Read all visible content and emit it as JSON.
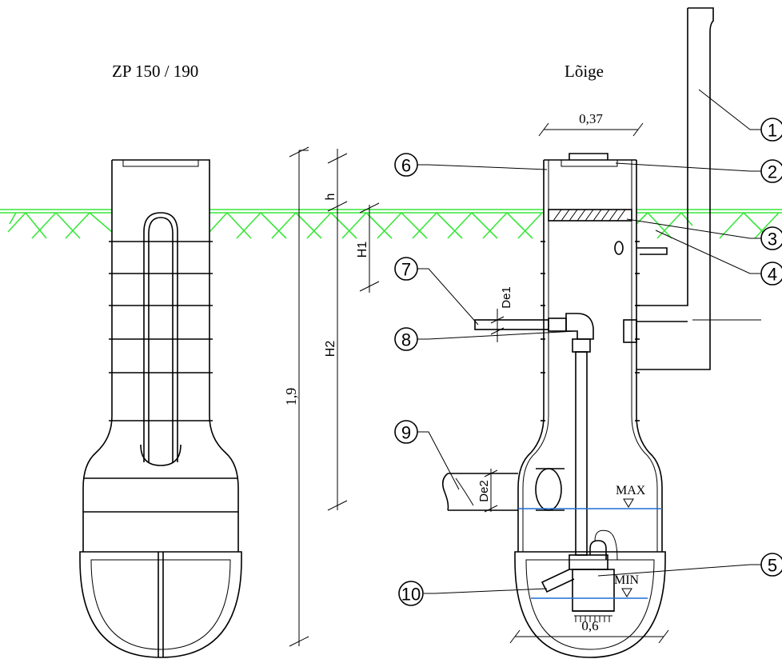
{
  "titles": {
    "left": "ZP 150 / 190",
    "right": "Lõige"
  },
  "dimensions": {
    "top_width": "0,37",
    "bottom_width": "0,6",
    "total_height": "1,9",
    "h": "h",
    "H1": "H1",
    "H2": "H2",
    "De1": "De1",
    "De2": "De2"
  },
  "levels": {
    "max": "MAX",
    "min": "MIN"
  },
  "callouts": [
    "1",
    "2",
    "3",
    "4",
    "5",
    "6",
    "7",
    "8",
    "9",
    "10"
  ],
  "colors": {
    "ground": "#39e639",
    "water_level": "#1f6fd6",
    "line": "#000000"
  }
}
